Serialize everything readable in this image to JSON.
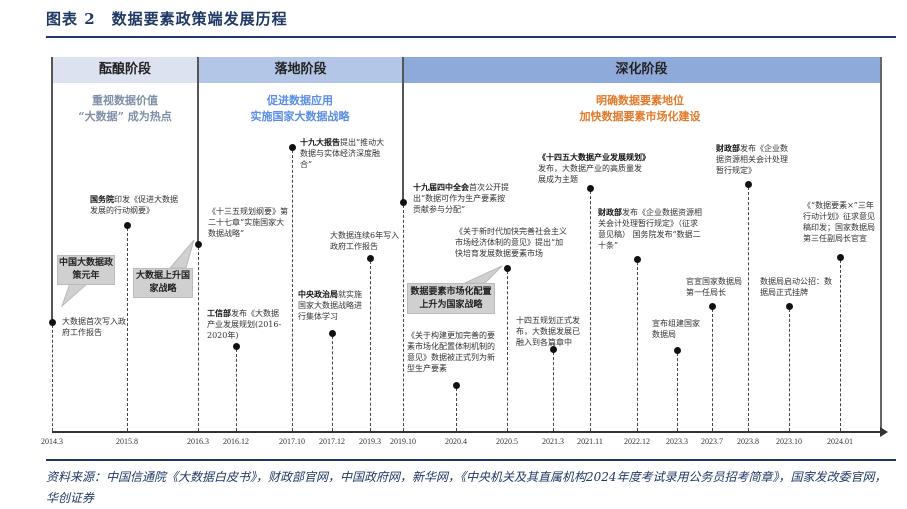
{
  "title": "图表 2　数据要素政策端发展历程",
  "phases": [
    {
      "name": "酝酿阶段",
      "sub1": "重视数据价值",
      "sub2": "“大数据” 成为热点",
      "color": "#dde2f0",
      "text_color": "#7f8fa6"
    },
    {
      "name": "落地阶段",
      "sub1": "促进数据应用",
      "sub2": "实施国家大数据战略",
      "color": "#b4c6e7",
      "text_color": "#5b8ee6"
    },
    {
      "name": "深化阶段",
      "sub1": "明确数据要素地位",
      "sub2": "加快数据要素市场化建设",
      "color": "#8eaadb",
      "text_color": "#e07b2c"
    }
  ],
  "events": [
    {
      "date": "2014.3",
      "lead": "",
      "text": "大数据首次写入政府工作报告"
    },
    {
      "date": "2015.8",
      "lead": "国务院",
      "text": "印发《促进大数据发展的行动纲要》"
    },
    {
      "date": "2016.3",
      "lead": "",
      "text": "《十三五规划纲要》第二十七章“实施国家大数据战略”"
    },
    {
      "date": "2016.12",
      "lead": "工信部",
      "text": "发布《大数据产业发展规划(2016- 2020年)"
    },
    {
      "date": "2017.10",
      "lead": "十九大报告",
      "text": "提出“推动大数据与实体经济深度融合”"
    },
    {
      "date": "2017.12",
      "lead": "中央政治局",
      "text": "就实施国家大数据战略进行集体学习"
    },
    {
      "date": "2019.3",
      "lead": "",
      "text": "大数据连续6年写入政府工作报告"
    },
    {
      "date": "2019.10",
      "lead": "十九届四中全会",
      "text": "首次公开提出“数据可作为生产要素按贡献参与分配”"
    },
    {
      "date": "2020.4",
      "lead": "",
      "text": "《关于构建更加完善的要素市场化配置体制机制的意见》数据被正式列为新型生产要素"
    },
    {
      "date": "2020.5",
      "lead": "",
      "text": "《关于新时代加快完善社会主义市场经济体制的意见》提出“加快培育发展数据要素市场"
    },
    {
      "date": "2021.3",
      "lead": "",
      "text": "十四五规划正式发布，大数据发展已融入到各篇章中"
    },
    {
      "date": "2021.11",
      "lead": "《十四五大数据产业发展规划》",
      "text": "发布，大数据产业的高质量发展成为主题"
    },
    {
      "date": "2022.12",
      "lead": "财政部",
      "text": "发布《企业数据资源相关会计处理暂行规定》（征求意见稿） 国务院发布“数据二十条”"
    },
    {
      "date": "2023.3",
      "lead": "",
      "text": "宣布组建国家数据局"
    },
    {
      "date": "2023.7",
      "lead": "",
      "text": "官宣国家数据局第一任局长"
    },
    {
      "date": "2023.8",
      "lead": "财政部",
      "text": "发布《企业数据资源相关会计处理暂行规定》"
    },
    {
      "date": "2023.10",
      "lead": "",
      "text": "数据局启动公招：数据局正式挂牌"
    },
    {
      "date": "2024.01",
      "lead": "",
      "text": "《“数据要素×”三年行动计划》征求意见稿印发；国家数据局第三任副局长官宣"
    }
  ],
  "callouts": [
    "中国大数据政策元年",
    "大数据上升国家战略",
    "数据要素市场化配置上升为国家战略"
  ],
  "source": "资料来源：中国信通院《大数据白皮书》，财政部官网，中国政府网，新华网，《中央机关及其直属机构2024年度考试录用公务员招考简章》，国家发改委官网，华创证券"
}
